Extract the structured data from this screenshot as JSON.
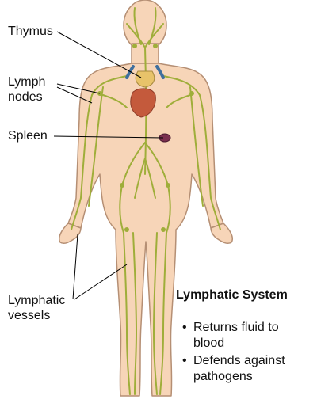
{
  "labels": {
    "thymus": "Thymus",
    "lymph_nodes": [
      "Lymph",
      "nodes"
    ],
    "spleen": "Spleen",
    "lymphatic_vessels": [
      "Lymphatic",
      "vessels"
    ]
  },
  "info": {
    "title": "Lymphatic System",
    "bullets": [
      [
        "Returns fluid to",
        "blood"
      ],
      [
        "Defends against",
        "pathogens"
      ]
    ]
  },
  "colors": {
    "skin": "#f7d5b8",
    "skin_outline": "#b58f74",
    "vessel": "#9fae3a",
    "heart": "#c45a3c",
    "thymus": "#e8c36a",
    "veins": "#3f6f9e",
    "spleen": "#7a2f4e",
    "leader": "#000000"
  }
}
